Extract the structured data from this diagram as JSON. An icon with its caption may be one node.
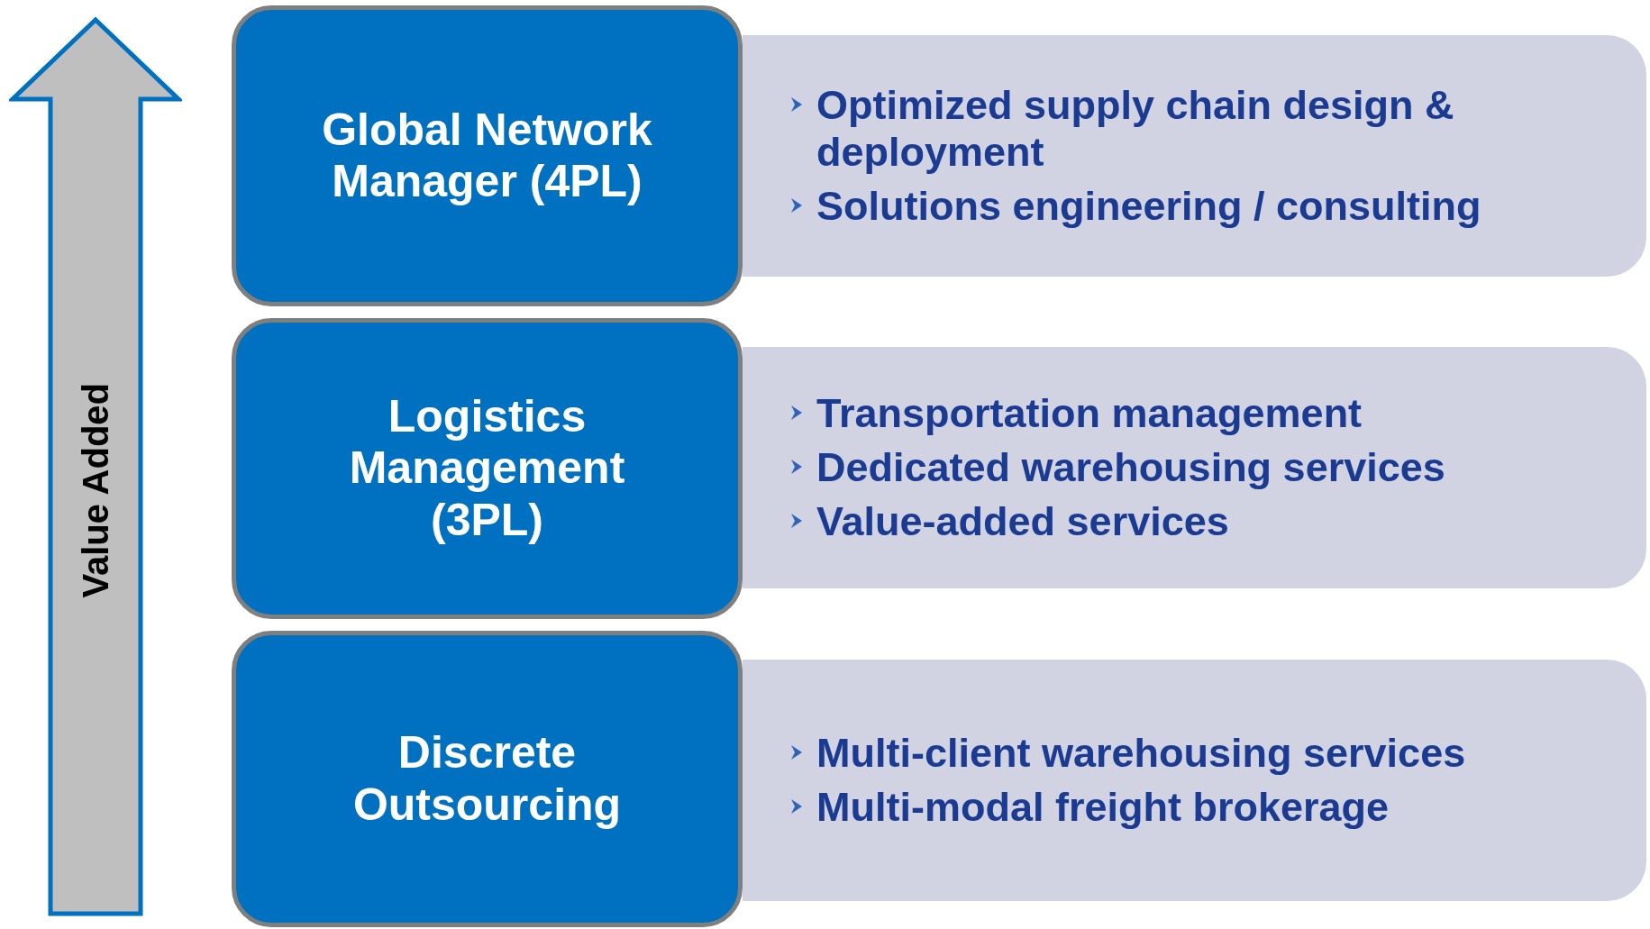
{
  "diagram": {
    "nodes": [
      {
        "text": [
          "Value Added"
        ]
      },
      {
        "text": [
          "Global Network Manager (4PL)"
        ]
      },
      {
        "text": [
          "Optimized supply chain design & deployment",
          "Solutions engineering / consulting"
        ]
      },
      {
        "text": [
          "Logistics Management (3PL)"
        ]
      },
      {
        "text": [
          "Transportation management",
          "Dedicated warehousing services",
          "Value-added services"
        ]
      },
      {
        "text": [
          "Discrete Outsourcing"
        ]
      },
      {
        "text": [
          "Multi-client warehousing services",
          "Multi-modal freight brokerage"
        ]
      }
    ]
  }
}
